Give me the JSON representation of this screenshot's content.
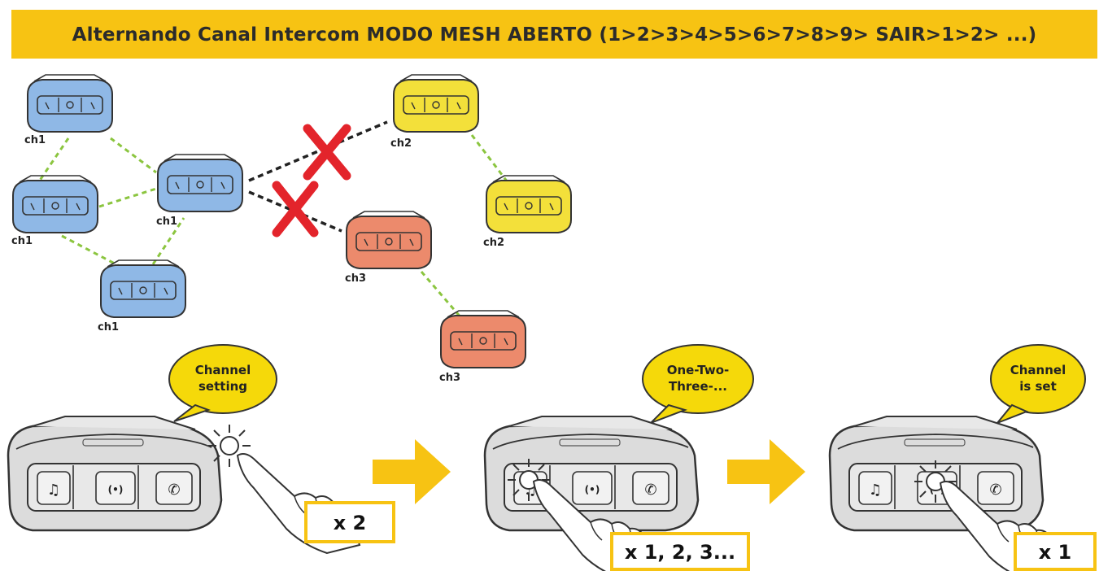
{
  "header": {
    "title": "Alternando Canal Intercom MODO MESH ABERTO (1>2>3>4>5>6>7>8>9> SAIR>1>2> ...)"
  },
  "network": {
    "channel_labels": [
      "ch1",
      "ch1",
      "ch1",
      "ch1",
      "ch2",
      "ch2",
      "ch3",
      "ch3"
    ],
    "colors": {
      "ch1": "#8fb8e6",
      "ch2": "#f3e03a",
      "ch3": "#ec8a6c",
      "link": "#8bc53f",
      "blocked_link": "#222222",
      "cross": "#e3242b"
    }
  },
  "steps": [
    {
      "bubble": [
        "Channel",
        "setting"
      ],
      "count": "x 2"
    },
    {
      "bubble": [
        "One-Two-",
        "Three-..."
      ],
      "count": "x 1, 2, 3..."
    },
    {
      "bubble": [
        "Channel",
        "is set"
      ],
      "count": "x 1"
    }
  ],
  "colors": {
    "banner": "#f7c313",
    "arrow": "#f7c313",
    "bubble": "#f5d90a",
    "device": "#dcdcdc"
  }
}
